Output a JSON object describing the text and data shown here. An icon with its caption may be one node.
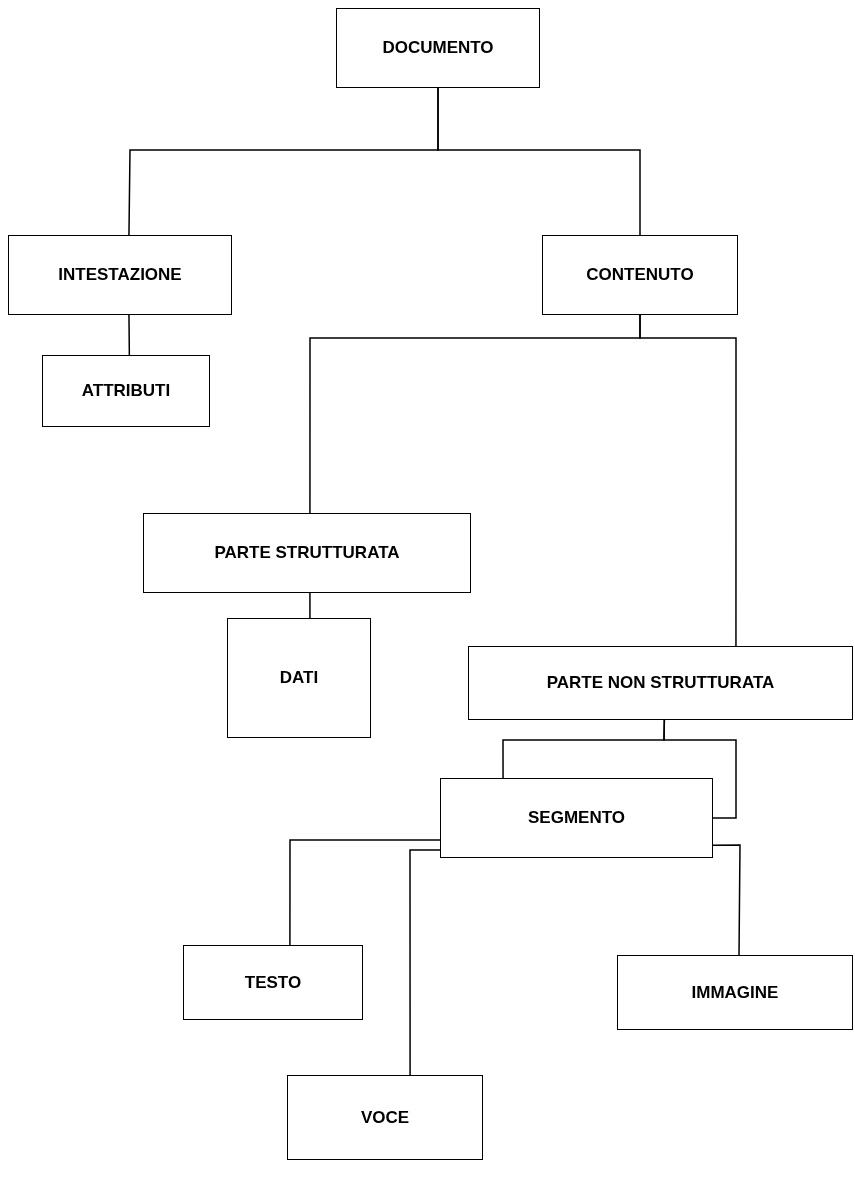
{
  "diagram": {
    "nodes": [
      {
        "text": [
          "DOCUMENTO"
        ]
      },
      {
        "text": [
          "INTESTAZIONE"
        ]
      },
      {
        "text": [
          "CONTENUTO"
        ]
      },
      {
        "text": [
          "ATTRIBUTI"
        ]
      },
      {
        "text": [
          "PARTE STRUTTURATA"
        ]
      },
      {
        "text": [
          "DATI"
        ]
      },
      {
        "text": [
          "PARTE NON STRUTTURATA"
        ]
      },
      {
        "text": [
          "SEGMENTO"
        ]
      },
      {
        "text": [
          "TESTO"
        ]
      },
      {
        "text": [
          "IMMAGINE"
        ]
      },
      {
        "text": [
          "VOCE"
        ]
      }
    ],
    "edges": [
      {
        "from": 0,
        "to": 1,
        "arrow": "none"
      },
      {
        "from": 0,
        "to": 2,
        "arrow": "none"
      },
      {
        "from": 1,
        "to": 3,
        "arrow": "none"
      },
      {
        "from": 2,
        "to": 4,
        "arrow": "none"
      },
      {
        "from": 2,
        "to": 6,
        "arrow": "none"
      },
      {
        "from": 4,
        "to": 5,
        "arrow": "none"
      },
      {
        "from": 6,
        "to": 7,
        "arrow": "none"
      },
      {
        "from": 6,
        "to": 7,
        "arrow": "none"
      },
      {
        "from": 7,
        "to": 8,
        "arrow": "none"
      },
      {
        "from": 7,
        "to": 10,
        "arrow": "none"
      },
      {
        "from": 7,
        "to": 9,
        "arrow": "none"
      }
    ]
  }
}
